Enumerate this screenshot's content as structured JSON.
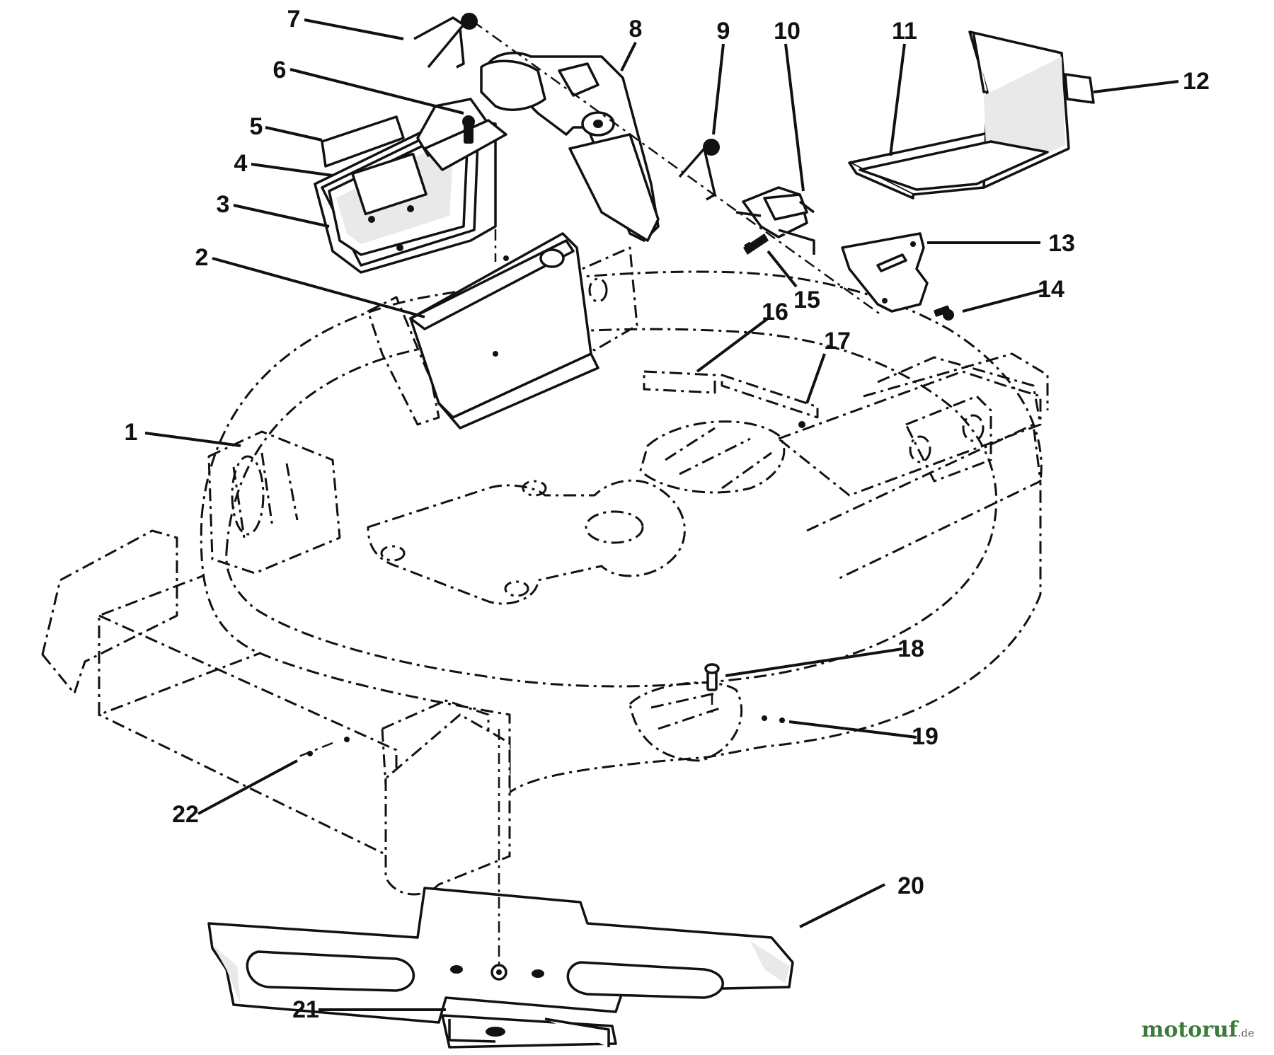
{
  "diagram": {
    "callouts": [
      "1",
      "2",
      "3",
      "4",
      "5",
      "6",
      "7",
      "8",
      "9",
      "10",
      "11",
      "12",
      "13",
      "14",
      "15",
      "16",
      "17",
      "18",
      "19",
      "20",
      "21",
      "22"
    ]
  },
  "watermark": {
    "brand": "motoruf",
    "tld": ".de"
  },
  "colors": {
    "ink": "#111111",
    "background": "#ffffff",
    "watermark": "#3a7a3a"
  }
}
